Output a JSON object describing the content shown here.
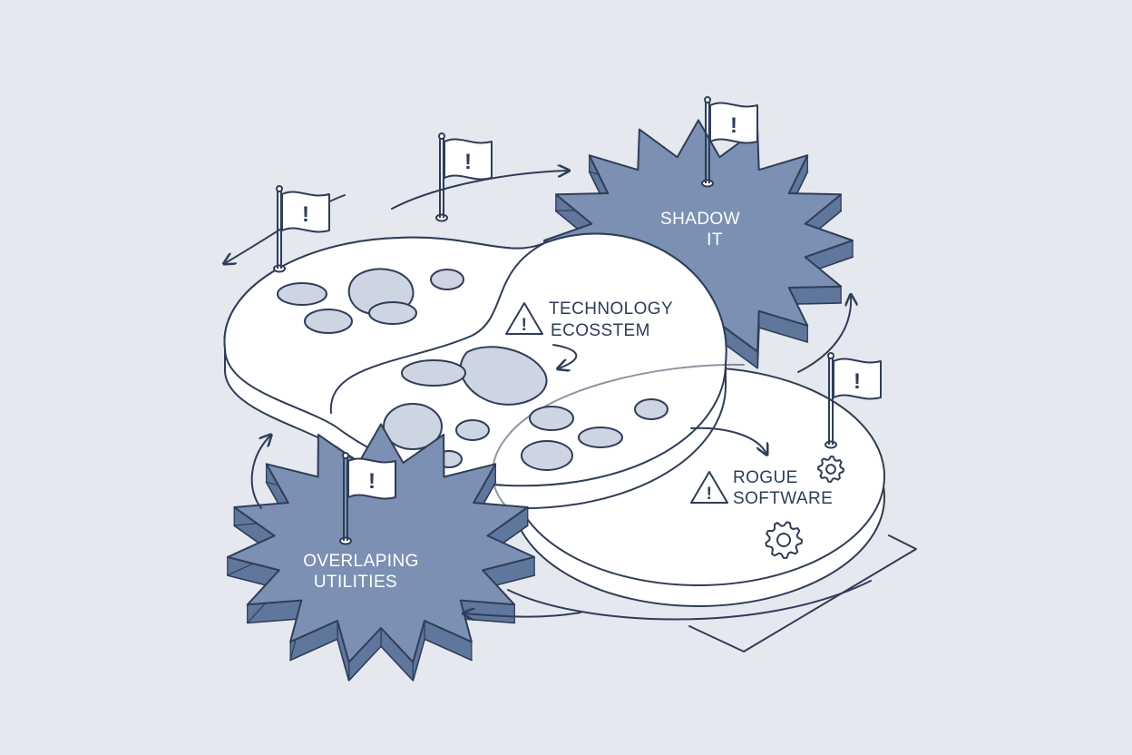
{
  "labels": {
    "technology_line1": "TECHNOLOGY",
    "technology_line2": "ECOSSTEM",
    "shadow_line1": "SHADOW",
    "shadow_line2": "IT",
    "rogue_line1": "ROGUE",
    "rogue_line2": "SOFTWARE",
    "overlap_line1": "OVERLAPING",
    "overlap_line2": "UTILITIES"
  },
  "flag_symbol": "!",
  "warning_symbol": "!",
  "icons": [
    "warning-icon",
    "flag-icon",
    "gear-icon",
    "arrow-icon"
  ],
  "colors": {
    "background": "#e5e8ef",
    "ink": "#2f3d57",
    "starburst": "#7b90b3",
    "starburst_side": "#5f769d",
    "plate": "#ffffff",
    "blob": "#cdd4e2"
  }
}
